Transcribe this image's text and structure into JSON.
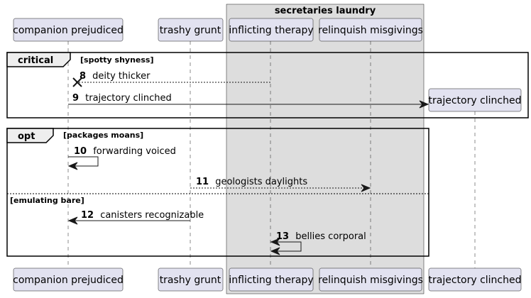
{
  "box_group": {
    "title": "secretaries laundry"
  },
  "participants": [
    {
      "id": "cp",
      "label": "companion prejudiced"
    },
    {
      "id": "tg",
      "label": "trashy grunt"
    },
    {
      "id": "it",
      "label": "inflicting therapy"
    },
    {
      "id": "rm",
      "label": "relinquish misgivings"
    }
  ],
  "created_participant": {
    "id": "tc",
    "label": "trajectory clinched"
  },
  "fragments": [
    {
      "kind": "critical",
      "sections": [
        {
          "guard": "[spotty shyness]"
        }
      ]
    },
    {
      "kind": "opt",
      "sections": [
        {
          "guard": "[packages moans]"
        },
        {
          "guard": "[emulating bare]"
        }
      ]
    }
  ],
  "messages": [
    {
      "num": "8",
      "text": "deity thicker",
      "from": "it",
      "to": "cp",
      "style": "dashed",
      "destroy_target": true
    },
    {
      "num": "9",
      "text": "trajectory clinched",
      "from": "cp",
      "to": "tc",
      "style": "solid",
      "creates": true
    },
    {
      "num": "10",
      "text": "forwarding voiced",
      "from": "cp",
      "to": "cp",
      "style": "solid",
      "self": true
    },
    {
      "num": "11",
      "text": "geologists daylights",
      "from": "tg",
      "to": "rm",
      "style": "dashed"
    },
    {
      "num": "12",
      "text": "canisters recognizable",
      "from": "tg",
      "to": "cp",
      "style": "solid"
    },
    {
      "num": "13",
      "text": "bellies corporal",
      "from": "it",
      "to": "it",
      "style": "solid",
      "self": true
    }
  ]
}
